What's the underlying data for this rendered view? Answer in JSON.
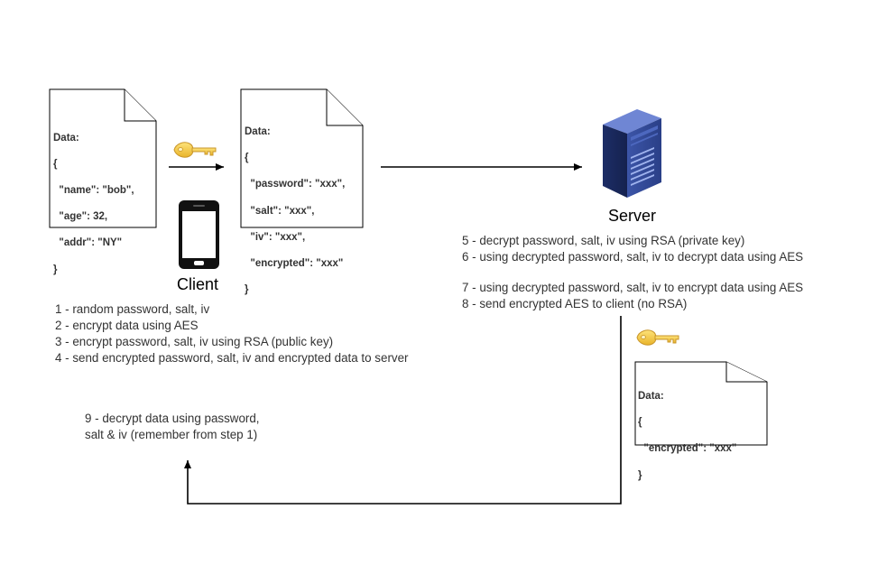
{
  "documents": {
    "plain": {
      "lines": [
        "Data:",
        "{",
        "  \"name\": \"bob\",",
        "  \"age\": 32,",
        "  \"addr\": \"NY\"",
        "}"
      ]
    },
    "request": {
      "lines": [
        "Data:",
        "{",
        "  \"password\": \"xxx\",",
        "  \"salt\": \"xxx\",",
        "  \"iv\": \"xxx\",",
        "  \"encrypted\": \"xxx\"",
        "}"
      ]
    },
    "response": {
      "lines": [
        "Data:",
        "{",
        "  \"encrypted\": \"xxx\"",
        "}"
      ]
    }
  },
  "nodes": {
    "client_label": "Client",
    "server_label": "Server"
  },
  "client_steps": [
    "1 - random password, salt, iv",
    "2 - encrypt data using AES",
    "3 - encrypt password, salt, iv using RSA (public key)",
    "4 - send encrypted password, salt, iv and encrypted data to server"
  ],
  "server_steps_decrypt": [
    "5 - decrypt password, salt, iv using RSA (private key)",
    "6 - using decrypted password, salt, iv to decrypt data using AES"
  ],
  "server_steps_encrypt": [
    "7 - using decrypted password, salt, iv to encrypt data using AES",
    "8 - send encrypted AES to client (no RSA)"
  ],
  "final_step": [
    "9 - decrypt data using password,",
    "salt & iv (remember from step 1)"
  ],
  "icons": {
    "key": "key-icon",
    "phone": "smartphone-icon",
    "server": "server-rack-icon"
  },
  "colors": {
    "key": "#f5c842",
    "server": "#2b3f8a",
    "line": "#000000"
  }
}
